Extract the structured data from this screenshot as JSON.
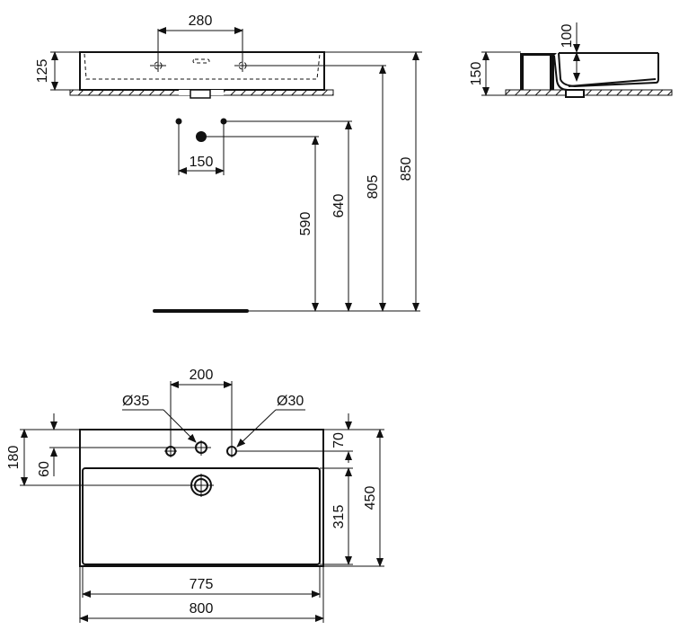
{
  "diagram_type": "technical-drawing-washbasin",
  "views": {
    "front_elevation": {
      "dims": {
        "tap_hole_spacing": "280",
        "basin_height": "125",
        "waste_spacing": "150",
        "h_590": "590",
        "h_640": "640",
        "h_805": "805",
        "h_850": "850"
      }
    },
    "side_elevation": {
      "dims": {
        "total_height": "150",
        "bowl_depth": "100"
      }
    },
    "plan_view": {
      "dims": {
        "tap_hole_spacing": "200",
        "tap_hole_diameter": "Ø35",
        "side_hole_diameter": "Ø30",
        "depth_total": "180",
        "offset_60": "60",
        "offset_70": "70",
        "bowl_depth": "315",
        "overall_depth": "450",
        "bowl_width": "775",
        "overall_width": "800"
      }
    }
  },
  "colors": {
    "line": "#111111",
    "background": "#ffffff"
  }
}
